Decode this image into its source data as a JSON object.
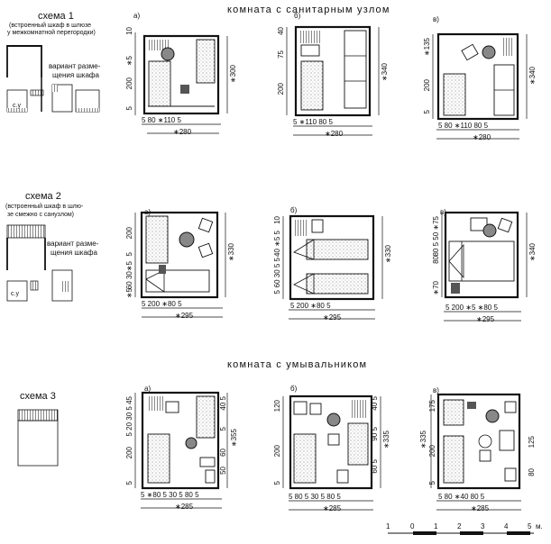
{
  "headings": {
    "sanitary": "комната с санитарным узлом",
    "washbasin": "комната с умывальником"
  },
  "schemes": [
    {
      "title": "схема 1",
      "note1": "(встроенный шкаф в шлюзе",
      "note2": "у межкомнатной перегородки)",
      "variant1": "вариант разме-",
      "variant2": "щения шкафа",
      "wc": "с.у"
    },
    {
      "title": "схема 2",
      "note1": "(встроенный шкаф в шлю-",
      "note2": "зе смежно с санузлом)",
      "variant1": "вариант разме-",
      "variant2": "щения шкафа",
      "wc": "с.у"
    },
    {
      "title": "схема 3"
    }
  ],
  "plans": {
    "r1": [
      {
        "label": "а)",
        "top": "5   80   ∗110   5",
        "total": "∗280",
        "side": "∗300",
        "left": [
          "10",
          "∗5",
          "200",
          "5"
        ]
      },
      {
        "label": "б)",
        "top": "5   ∗110   80   5",
        "total": "∗280",
        "side": "∗340",
        "left": [
          "40",
          "75",
          "200"
        ]
      },
      {
        "label": "в)",
        "top": "5   80   ∗110   80   5",
        "total": "∗280",
        "side": "∗340",
        "left": [
          "∗135",
          "200",
          "5"
        ]
      }
    ],
    "r2": [
      {
        "label": "а)",
        "top": "5   200   ∗80  5",
        "total": "∗295",
        "side": "∗330",
        "left": [
          "200",
          "5",
          "60 30∗5",
          "∗5"
        ]
      },
      {
        "label": "б)",
        "top": "5   200   ∗80  5",
        "total": "∗295",
        "side": "∗330",
        "left": [
          "10",
          "40 ∗5 5",
          "60 30 5 5",
          "5"
        ]
      },
      {
        "label": "в)",
        "top": "5   200   ∗5 ∗80  5",
        "total": "∗295",
        "side": "∗340",
        "left": [
          "80 5 50 ∗75",
          "80",
          "∗70"
        ]
      }
    ],
    "r3": [
      {
        "label": "а)",
        "top": "5 ∗80  5 30 5 80  5",
        "total": "∗285",
        "side": "∗355",
        "left": [
          "5 20 30 5 45",
          "200",
          "5"
        ],
        "right": [
          "40 5",
          "5",
          "60",
          "50"
        ]
      },
      {
        "label": "б)",
        "top": "5 80 5 30 5 80  5",
        "total": "∗285",
        "side": "∗335",
        "left": [
          "120",
          "200",
          "5"
        ],
        "right": [
          "40 5",
          "90 5",
          "60 5"
        ]
      },
      {
        "label": "в)",
        "top": "5 80 ∗40 80  5",
        "total": "∗285",
        "side": "∗335",
        "left": [
          "175",
          "200",
          "5"
        ],
        "right": [
          "125",
          "80"
        ]
      }
    ]
  },
  "scale": {
    "ticks": [
      "1",
      "0",
      "1",
      "2",
      "3",
      "4",
      "5"
    ],
    "unit": "м."
  }
}
